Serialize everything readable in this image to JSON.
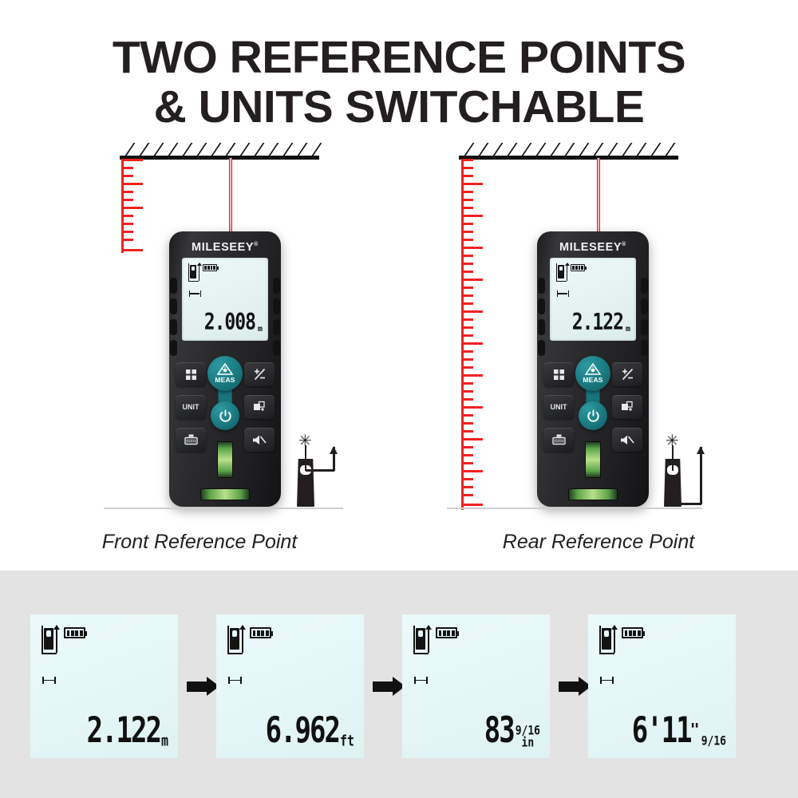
{
  "headline": {
    "line1": "TWO REFERENCE POINTS",
    "line2": "& UNITS SWITCHABLE"
  },
  "colors": {
    "accent_teal": "#17757b",
    "laser_red": "#ee2222",
    "body_black": "#231f20",
    "lcd_background": "#e4f6f6",
    "bottom_background": "#e3e3e3"
  },
  "scenes": [
    {
      "caption": "Front Reference Point",
      "brand": "MILESEEY",
      "brand_mark": "®",
      "display": {
        "value": "2.008",
        "unit": "m"
      },
      "keys": {
        "left": [
          "grid-icon",
          "UNIT",
          "storage-icon"
        ],
        "center": [
          "MEAS",
          "power-icon"
        ],
        "right": [
          "plus-minus-icon",
          "area-icon",
          "mute-icon"
        ]
      },
      "reference_icon": "front-reference-icon"
    },
    {
      "caption": "Rear Reference Point",
      "brand": "MILESEEY",
      "brand_mark": "®",
      "display": {
        "value": "2.122",
        "unit": "m"
      },
      "keys": {
        "left": [
          "grid-icon",
          "UNIT",
          "storage-icon"
        ],
        "center": [
          "MEAS",
          "power-icon"
        ],
        "right": [
          "plus-minus-icon",
          "area-icon",
          "mute-icon"
        ]
      },
      "reference_icon": "rear-reference-icon"
    }
  ],
  "unit_sequence": [
    {
      "value": "2.122",
      "unit": "m",
      "fraction": "",
      "fraction_unit": "",
      "prime": ""
    },
    {
      "value": "6.962",
      "unit": "ft",
      "fraction": "",
      "fraction_unit": "",
      "prime": ""
    },
    {
      "value": "83",
      "unit": "",
      "fraction": "9/16",
      "fraction_unit": "in",
      "prime": ""
    },
    {
      "value": "6'11",
      "unit": "",
      "fraction": "9/16",
      "fraction_unit": "",
      "prime": "\""
    }
  ],
  "labels": {
    "meas_button": "MEAS",
    "unit_button": "UNIT"
  }
}
